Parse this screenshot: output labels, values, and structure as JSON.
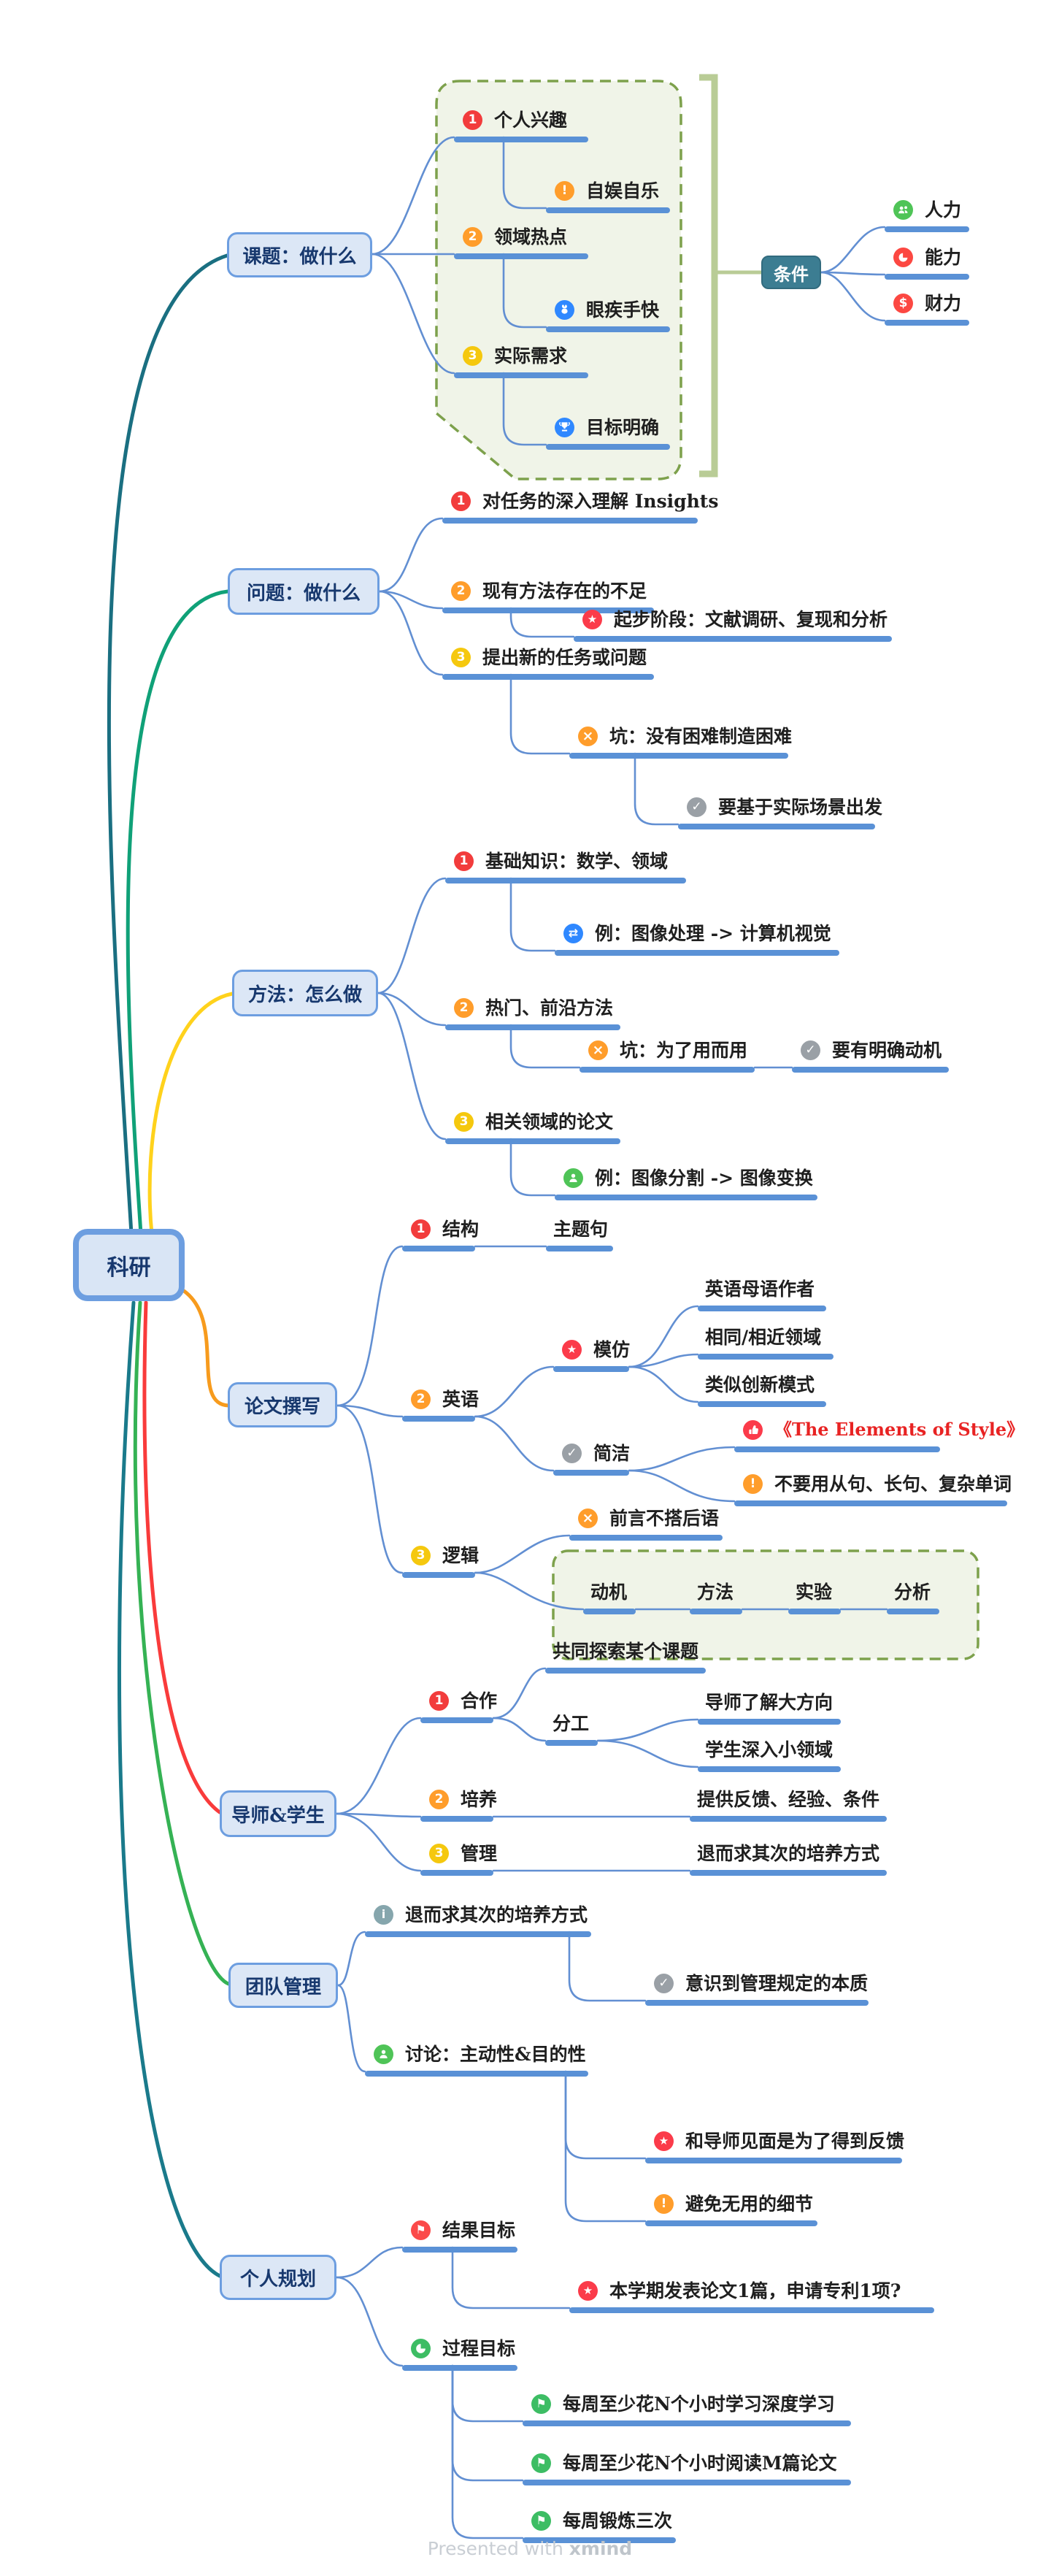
{
  "root": {
    "label": "科研"
  },
  "footer": {
    "text": "Presented with",
    "brand": "xmind"
  },
  "colors": {
    "bar": "#5a91d6",
    "connector": "#628fd2",
    "node_fill": "#dce7f6",
    "node_border": "#6d9ee0",
    "summary_fill": "#3c7d92",
    "group_stroke": "#7da14c",
    "group_fill": "#f0f4e8",
    "bracket": "#b9cc96",
    "branch_keti": "#1a6f81",
    "branch_wenti": "#10a178",
    "branch_fangfa": "#ffd21c",
    "branch_lunwen": "#f79b1d",
    "branch_daoshi": "#f93b3b",
    "branch_tuandui": "#35b254",
    "branch_geren": "#1a7a8b"
  },
  "branches": {
    "keti": {
      "label": "课题：做什么",
      "rows": {
        "interest": {
          "label": "个人兴趣",
          "icon": "number-1"
        },
        "amuse": {
          "label": "自娱自乐",
          "icon": "exclamation"
        },
        "hot": {
          "label": "领域热点",
          "icon": "number-2"
        },
        "quick": {
          "label": "眼疾手快",
          "icon": "rabbit"
        },
        "need": {
          "label": "实际需求",
          "icon": "number-3"
        },
        "goal": {
          "label": "目标明确",
          "icon": "trophy"
        }
      },
      "summary": {
        "label": "条件",
        "rows": {
          "renli": {
            "label": "人力",
            "icon": "people"
          },
          "nengli": {
            "label": "能力",
            "icon": "pie-chart"
          },
          "caili": {
            "label": "财力",
            "icon": "dollar"
          }
        }
      }
    },
    "wenti": {
      "label": "问题：做什么",
      "rows": {
        "insight": {
          "label": "对任务的深入理解 Insights",
          "icon": "number-1"
        },
        "shortcoming": {
          "label": "现有方法存在的不足",
          "icon": "number-2"
        },
        "start": {
          "label": "起步阶段：文献调研、复现和分析",
          "icon": "star"
        },
        "propose": {
          "label": "提出新的任务或问题",
          "icon": "number-3"
        },
        "pit": {
          "label": "坑：没有困难制造困难",
          "icon": "cross"
        },
        "scene": {
          "label": "要基于实际场景出发",
          "icon": "check"
        }
      }
    },
    "fangfa": {
      "label": "方法：怎么做",
      "rows": {
        "basic": {
          "label": "基础知识：数学、领域",
          "icon": "number-1"
        },
        "eg1": {
          "label": "例：图像处理 -> 计算机视觉",
          "icon": "swap-arrows"
        },
        "trend": {
          "label": "热门、前沿方法",
          "icon": "number-2"
        },
        "pit": {
          "label": "坑：为了用而用",
          "icon": "cross"
        },
        "motive": {
          "label": "要有明确动机",
          "icon": "check"
        },
        "related": {
          "label": "相关领域的论文",
          "icon": "number-3"
        },
        "eg2": {
          "label": "例：图像分割 -> 图像变换",
          "icon": "person"
        }
      }
    },
    "lunwen": {
      "label": "论文撰写",
      "rows": {
        "structure": {
          "label": "结构",
          "icon": "number-1"
        },
        "topic": {
          "label": "主题句",
          "icon": null
        },
        "english": {
          "label": "英语",
          "icon": "number-2"
        },
        "imitate": {
          "label": "模仿",
          "icon": "star"
        },
        "native": {
          "label": "英语母语作者",
          "icon": null
        },
        "similar": {
          "label": "相同/相近领域",
          "icon": null
        },
        "innovate": {
          "label": "类似创新模式",
          "icon": null
        },
        "concise": {
          "label": "简洁",
          "icon": "check"
        },
        "elements": {
          "label": "《The Elements of Style》",
          "icon": "thumb-up",
          "color": "#e82323"
        },
        "avoid": {
          "label": "不要用从句、长句、复杂单词",
          "icon": "exclamation"
        },
        "logic": {
          "label": "逻辑",
          "icon": "number-3"
        },
        "incoherent": {
          "label": "前言不搭后语",
          "icon": "cross"
        },
        "motivation": {
          "label": "动机",
          "icon": null
        },
        "method": {
          "label": "方法",
          "icon": null
        },
        "experiment": {
          "label": "实验",
          "icon": null
        },
        "analysis": {
          "label": "分析",
          "icon": null
        }
      }
    },
    "daoshi": {
      "label": "导师&学生",
      "rows": {
        "cooperate": {
          "label": "合作",
          "icon": "number-1"
        },
        "explore": {
          "label": "共同探索某个课题",
          "icon": null
        },
        "division": {
          "label": "分工",
          "icon": null
        },
        "mentor": {
          "label": "导师了解大方向",
          "icon": null
        },
        "student": {
          "label": "学生深入小领域",
          "icon": null
        },
        "cultivate": {
          "label": "培养",
          "icon": "number-2"
        },
        "feedback": {
          "label": "提供反馈、经验、条件",
          "icon": null
        },
        "manage": {
          "label": "管理",
          "icon": "number-3"
        },
        "fallback": {
          "label": "退而求其次的培养方式",
          "icon": null
        }
      }
    },
    "tuandui": {
      "label": "团队管理",
      "rows": {
        "fallback": {
          "label": "退而求其次的培养方式",
          "icon": "info"
        },
        "essence": {
          "label": "意识到管理规定的本质",
          "icon": "check"
        },
        "discuss": {
          "label": "讨论：主动性&目的性",
          "icon": "person"
        },
        "meet": {
          "label": "和导师见面是为了得到反馈",
          "icon": "star"
        },
        "detail": {
          "label": "避免无用的细节",
          "icon": "exclamation"
        }
      }
    },
    "geren": {
      "label": "个人规划",
      "rows": {
        "result": {
          "label": "结果目标",
          "icon": "flag-red"
        },
        "paper": {
          "label": "本学期发表论文1篇，申请专利1项?",
          "icon": "star"
        },
        "process": {
          "label": "过程目标",
          "icon": "half-pie"
        },
        "dl": {
          "label": "每周至少花N个小时学习深度学习",
          "icon": "flag-green"
        },
        "read": {
          "label": "每周至少花N个小时阅读M篇论文",
          "icon": "flag-green"
        },
        "exercise": {
          "label": "每周锻炼三次",
          "icon": "flag-green"
        }
      }
    }
  }
}
